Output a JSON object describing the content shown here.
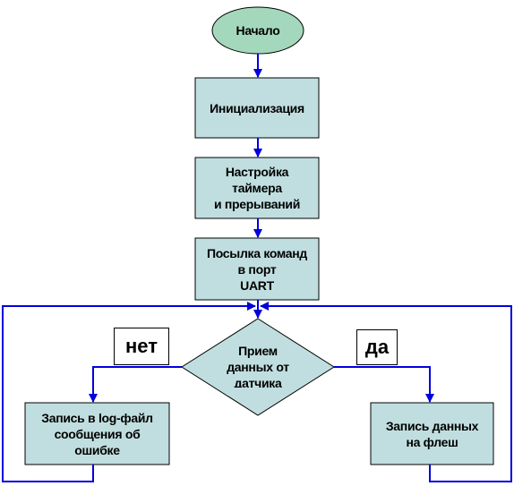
{
  "flowchart": {
    "start": "Начало",
    "init": "Инициализация",
    "setup": "Настройка\nтаймера\nи прерываний",
    "send": "Посылка команд\nв порт\nUART",
    "decision": "Прием\nданных от\nдатчика",
    "no_branch": "Запись в log-файл\nсообщения об\nошибке",
    "yes_branch": "Запись данных\nна флеш",
    "no_label": "нет",
    "yes_label": "да"
  },
  "colors": {
    "node_fill": "#c0dedf",
    "start_fill": "#a4d8bc",
    "connector": "#0000dd",
    "outline": "#000000"
  }
}
